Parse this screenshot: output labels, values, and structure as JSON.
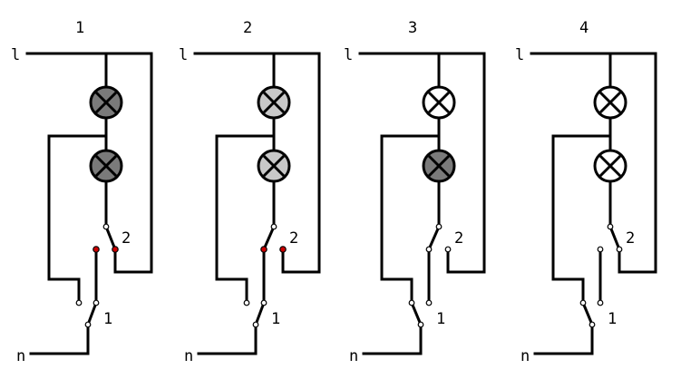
{
  "colors": {
    "wire": "#000000",
    "lamp_on": "#7a7a7a",
    "lamp_dim": "#c8c8c8",
    "lamp_off": "#ffffff",
    "contact_closed": "#cc0000",
    "contact_open": "#ffffff"
  },
  "panels": [
    {
      "number": "1",
      "phase_label": "l",
      "neutral_label": "n",
      "switch1_label": "1",
      "switch2_label": "2",
      "lamp_top_state": "on",
      "lamp_bottom_state": "on",
      "switch1_position": "right",
      "switch2_position": "right",
      "highlight_contacts": [
        "sw2_left",
        "sw2_right"
      ]
    },
    {
      "number": "2",
      "phase_label": "l",
      "neutral_label": "n",
      "switch1_label": "1",
      "switch2_label": "2",
      "lamp_top_state": "dim",
      "lamp_bottom_state": "dim",
      "switch1_position": "right",
      "switch2_position": "left",
      "highlight_contacts": [
        "sw2_left",
        "sw2_right"
      ]
    },
    {
      "number": "3",
      "phase_label": "l",
      "neutral_label": "n",
      "switch1_label": "1",
      "switch2_label": "2",
      "lamp_top_state": "off",
      "lamp_bottom_state": "on",
      "switch1_position": "left",
      "switch2_position": "left",
      "highlight_contacts": []
    },
    {
      "number": "4",
      "phase_label": "l",
      "neutral_label": "n",
      "switch1_label": "1",
      "switch2_label": "2",
      "lamp_top_state": "off",
      "lamp_bottom_state": "off",
      "switch1_position": "left",
      "switch2_position": "right",
      "highlight_contacts": []
    }
  ]
}
